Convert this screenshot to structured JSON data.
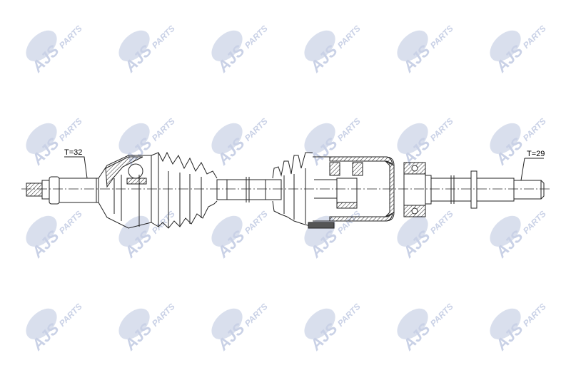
{
  "watermark": {
    "brand": "AJS",
    "sub": "PARTS",
    "color": "#c9d1e6"
  },
  "labels": {
    "left_teeth": "T=32",
    "right_teeth": "T=29"
  },
  "colors": {
    "line": "#222222"
  }
}
